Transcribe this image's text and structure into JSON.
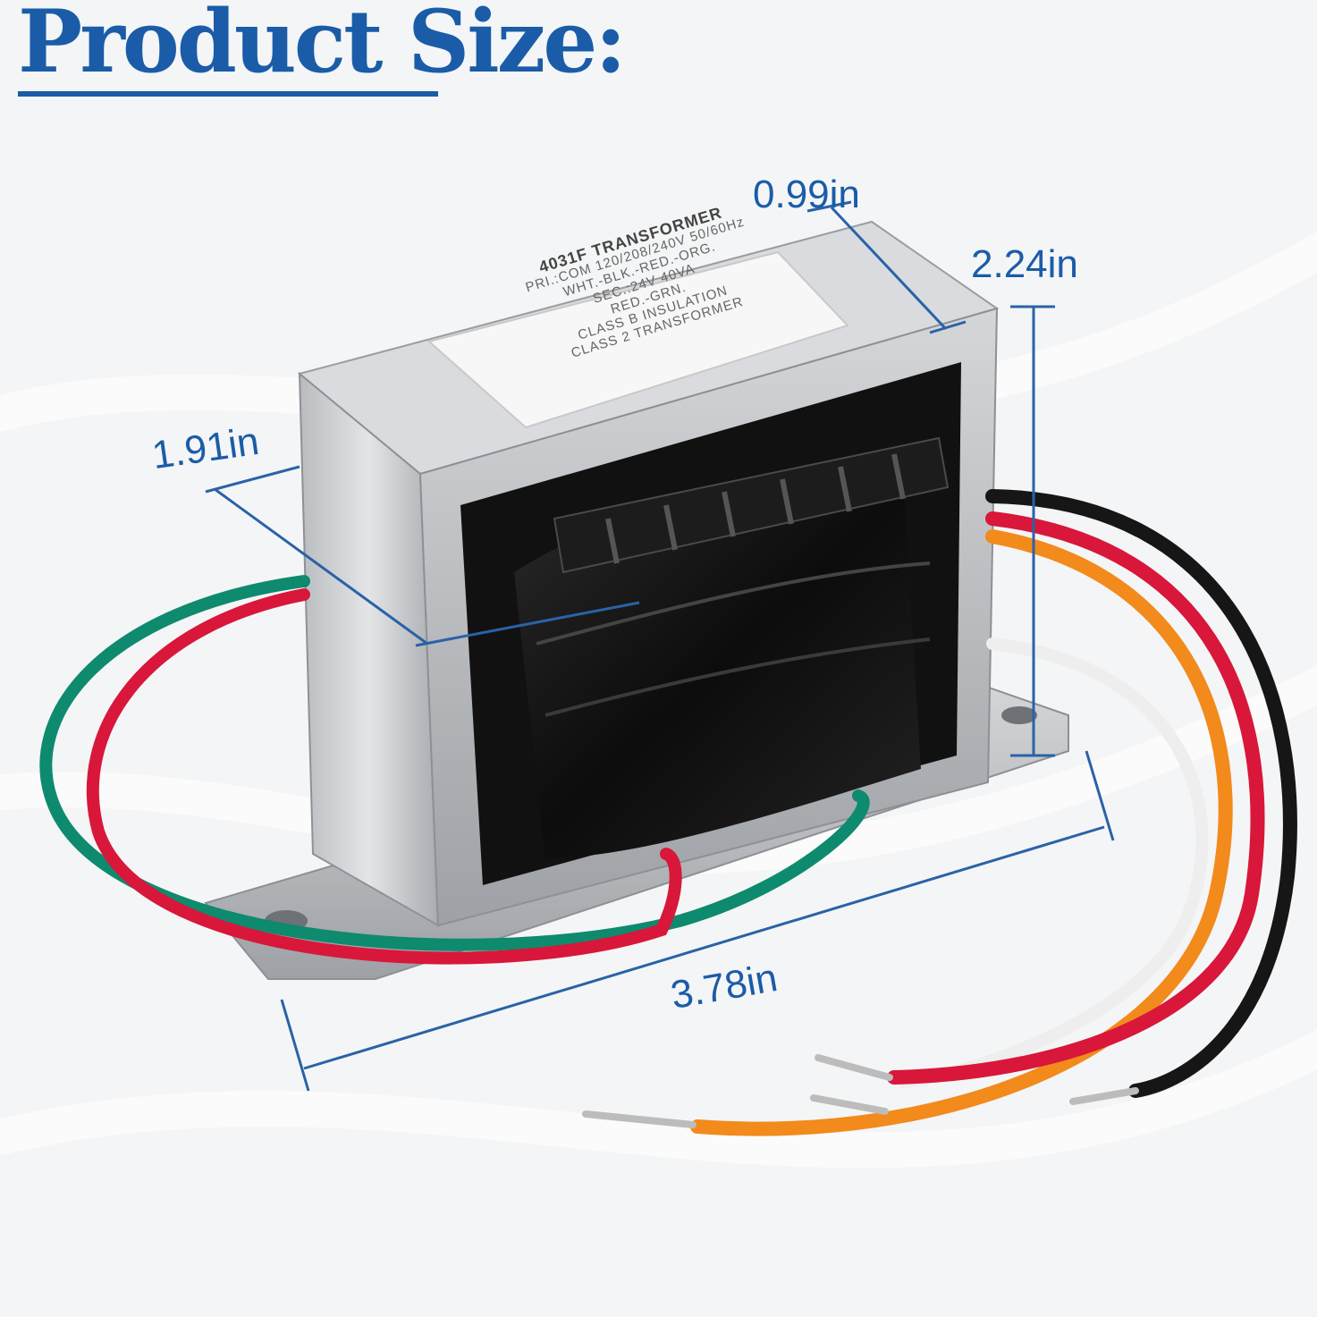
{
  "title": "Product Size:",
  "colors": {
    "brand_blue": "#1a5ca8",
    "dimension_line": "#2a62a8",
    "wire_green": "#0e8a6e",
    "wire_red": "#d8173a",
    "wire_orange": "#f28a1c",
    "wire_black": "#161616",
    "wire_white": "#eeeeee",
    "steel": "#c7c9cb",
    "coil": "#141414"
  },
  "dimensions": {
    "depth": "0.99in",
    "height": "2.24in",
    "width": "1.91in",
    "length": "3.78in"
  },
  "label_plate": {
    "model": "4031F TRANSFORMER",
    "line1": "PRI.:COM 120/208/240V 50/60Hz",
    "line2": "WHT.-BLK.-RED.-ORG.",
    "line3": "SEC.:24V 40VA",
    "line4": "RED.-GRN.",
    "line5": "CLASS B INSULATION",
    "line6": "CLASS 2 TRANSFORMER"
  }
}
